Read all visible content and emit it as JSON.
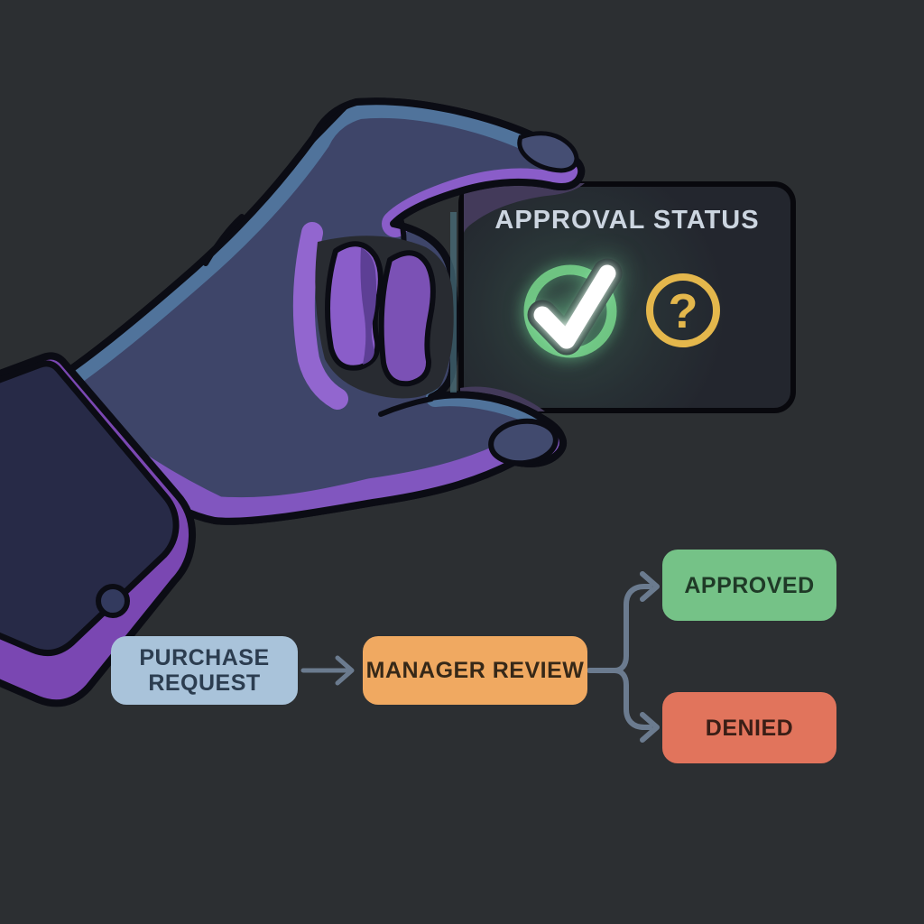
{
  "background_color": "#2c2f32",
  "card": {
    "title": "APPROVAL STATUS",
    "fill": "#23262e",
    "title_color": "#ccd5e0",
    "icons": [
      {
        "name": "check-circle-icon",
        "color": "#6fc482",
        "check_color": "#ffffff"
      },
      {
        "name": "question-circle-icon",
        "color": "#e4b74c",
        "glyph": "?"
      }
    ]
  },
  "flowchart": {
    "connector_color": "#6b7b8f",
    "nodes": [
      {
        "id": "purchase-request",
        "label": "PURCHASE REQUEST",
        "fill": "#a9c3da",
        "text_color": "#2c3d50"
      },
      {
        "id": "manager-review",
        "label": "MANAGER REVIEW",
        "fill": "#f0a961",
        "text_color": "#362818"
      },
      {
        "id": "approved",
        "label": "APPROVED",
        "fill": "#75c287",
        "text_color": "#1f3a27"
      },
      {
        "id": "denied",
        "label": "DENIED",
        "fill": "#e1745c",
        "text_color": "#3a1e16"
      }
    ]
  },
  "illustration": {
    "hand_colors": {
      "base": "#3e4569",
      "highlight": "#50739b",
      "purple_light": "#9266cf",
      "purple_mid": "#8156bf",
      "purple_deep": "#8a5dc9",
      "purple_dark": "#5d3f95",
      "outline": "#0b0c14",
      "sleeve_navy": "#272a47",
      "sleeve_purple": "#7a47b2",
      "contact_shadow": "#433a5a"
    }
  }
}
